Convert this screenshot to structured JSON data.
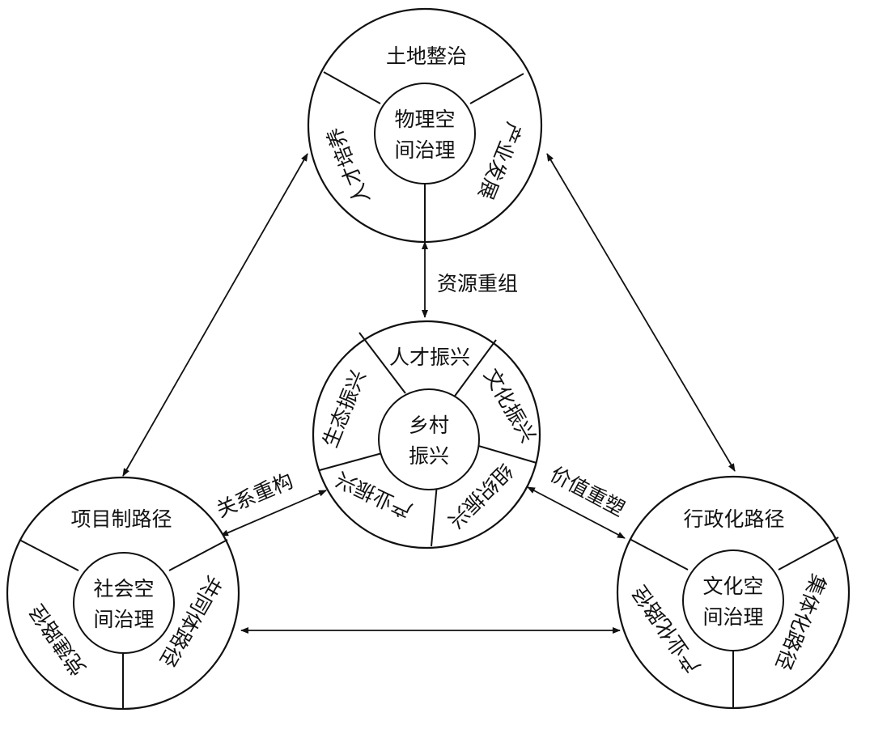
{
  "colors": {
    "stroke": "#111111",
    "background": "#ffffff"
  },
  "top_circle": {
    "center_line1": "物理空",
    "center_line2": "间治理",
    "segment_top": "土地整治",
    "segment_left": "人才培养",
    "segment_right": "产业发展"
  },
  "middle_circle": {
    "center_line1": "乡村",
    "center_line2": "振兴",
    "segment_top": "人才振兴",
    "segment_upper_right": "文化振兴",
    "segment_lower_right": "组织振兴",
    "segment_bottom_left": "产业振兴",
    "segment_upper_left": "生态振兴"
  },
  "left_circle": {
    "center_line1": "社会空",
    "center_line2": "间治理",
    "segment_top": "项目制路径",
    "segment_left": "党建路径",
    "segment_right": "共同体路径"
  },
  "right_circle": {
    "center_line1": "文化空",
    "center_line2": "间治理",
    "segment_top": "行政化路径",
    "segment_left": "产业化路径",
    "segment_right": "集体化路径"
  },
  "connectors": {
    "top_middle": "资源重组",
    "left_middle": "关系重构",
    "right_middle": "价值重塑"
  }
}
